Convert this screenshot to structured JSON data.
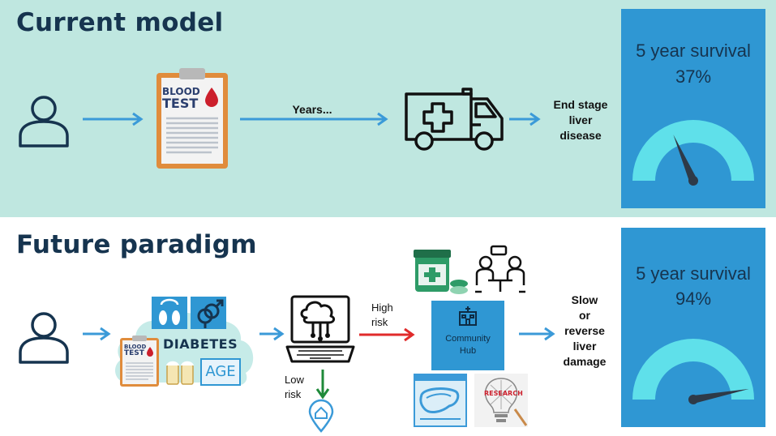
{
  "current": {
    "title": "Current model",
    "blood_test_line1": "BLOOD",
    "blood_test_line2": "TEST",
    "years_label": "Years...",
    "outcome_line1": "End stage",
    "outcome_line2": "liver",
    "outcome_line3": "disease",
    "survival_label": "5 year survival",
    "survival_value": "37%",
    "gauge_level": 0.37
  },
  "future": {
    "title": "Future paradigm",
    "blood_test_line1": "BLOOD",
    "blood_test_line2": "TEST",
    "diabetes_label": "DIABETES",
    "age_label": "AGE",
    "high_risk_line1": "High",
    "high_risk_line2": "risk",
    "low_risk_line1": "Low",
    "low_risk_line2": "risk",
    "hub_line1": "Community",
    "hub_line2": "Hub",
    "research_label": "RESEARCH",
    "outcome_line1": "Slow",
    "outcome_line2": "or",
    "outcome_line3": "reverse",
    "outcome_line4": "liver",
    "outcome_line5": "damage",
    "survival_label": "5 year survival",
    "survival_value": "94%",
    "gauge_level": 0.94
  },
  "colors": {
    "top_background": "#bfe7e0",
    "panel_blue": "#2f97d3",
    "gauge_cyan": "#5fe0ea",
    "title_navy": "#16344f",
    "arrow_blue": "#3b9ad8",
    "arrow_red": "#e02b2b",
    "arrow_green": "#1f8a3a"
  }
}
